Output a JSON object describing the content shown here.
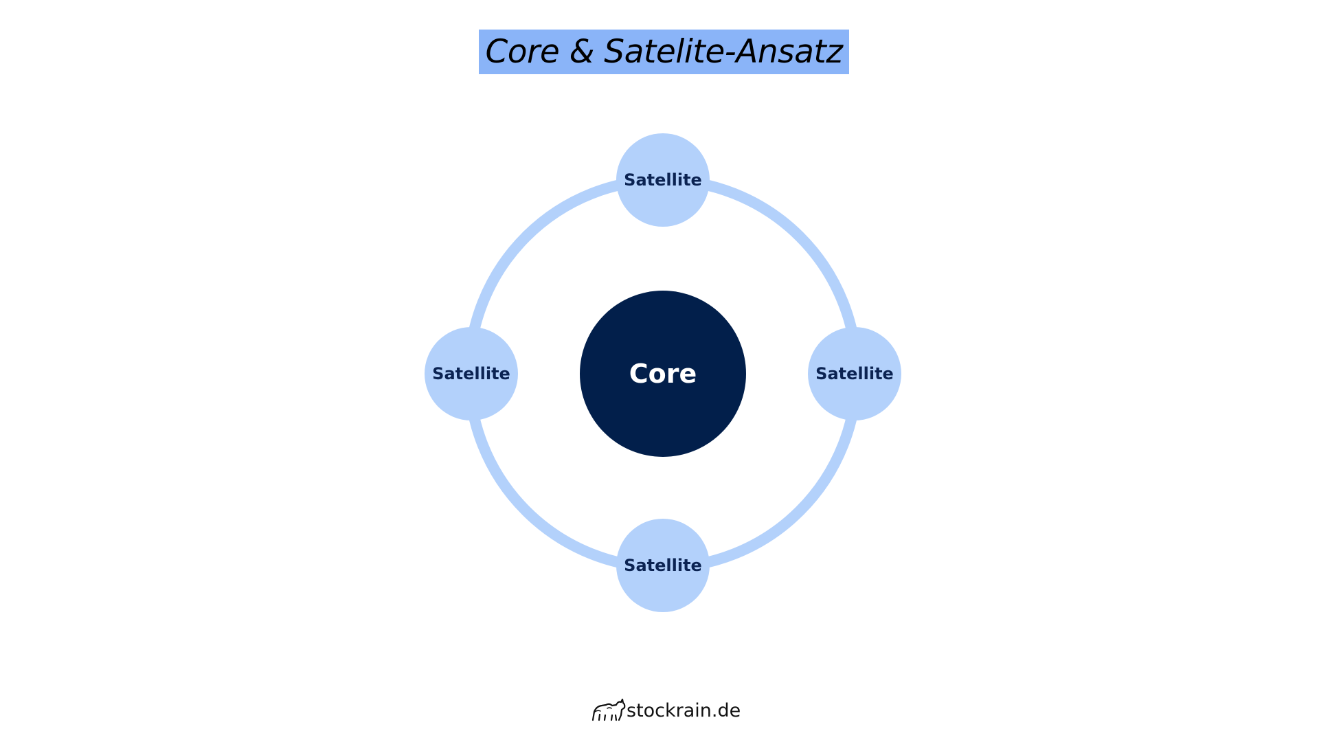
{
  "title": {
    "text": "Core & Satelite-Ansatz",
    "background": "#8ab4f8"
  },
  "diagram": {
    "ring_color": "#b3d1fb",
    "core": {
      "label": "Core",
      "fill": "#021f4b",
      "text_color": "#ffffff"
    },
    "satellites": [
      {
        "label": "Satellite"
      },
      {
        "label": "Satellite"
      },
      {
        "label": "Satellite"
      },
      {
        "label": "Satellite"
      }
    ],
    "satellite_fill": "#b3d1fb",
    "satellite_text_color": "#0b2352"
  },
  "footer": {
    "logo_icon": "bull-bear-icon",
    "text": "stockrain.de"
  }
}
